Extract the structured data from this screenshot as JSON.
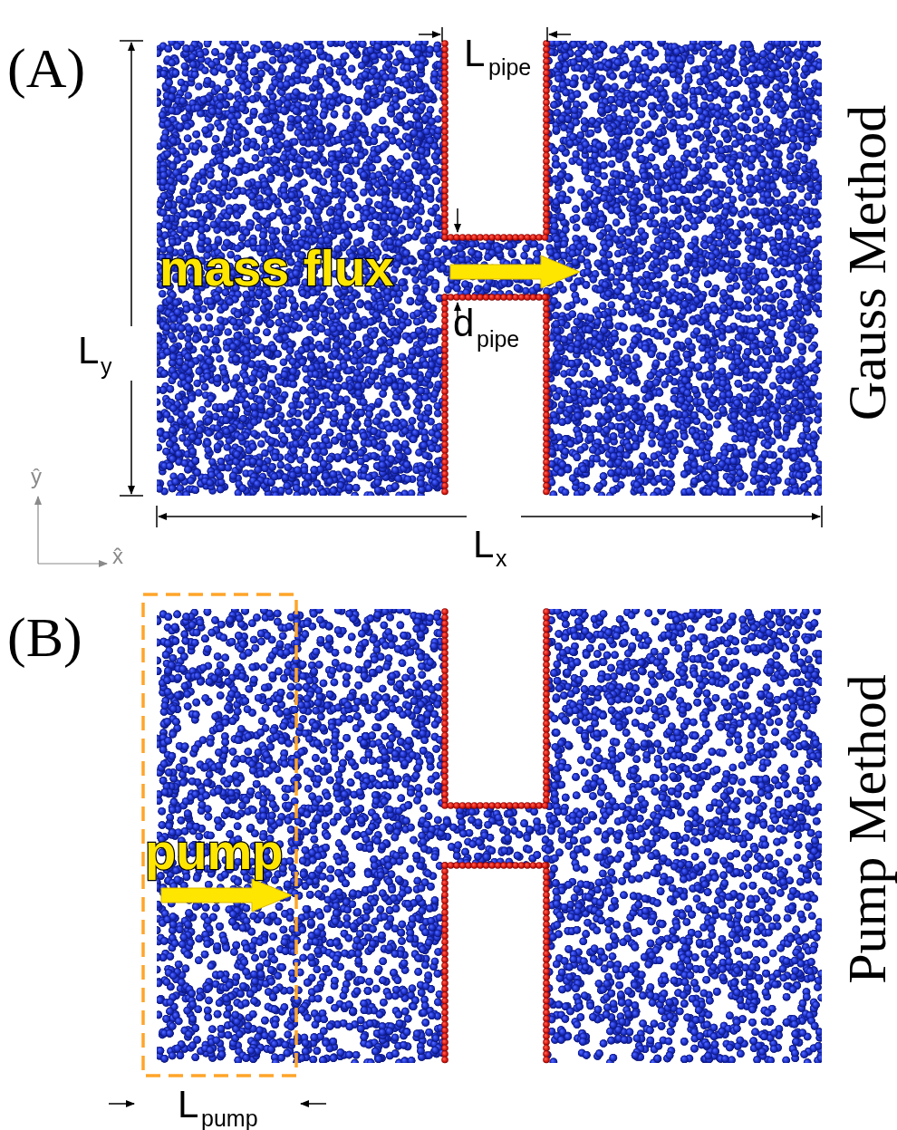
{
  "diagram": {
    "labels": [
      "(A)",
      "L",
      "pipe",
      "mass flux",
      "d",
      "pipe",
      "L",
      "y",
      "L",
      "x",
      "ŷ",
      "x̂",
      "Gauss Method",
      "(B)",
      "pump",
      "Pump Method",
      "L",
      "pump"
    ]
  }
}
